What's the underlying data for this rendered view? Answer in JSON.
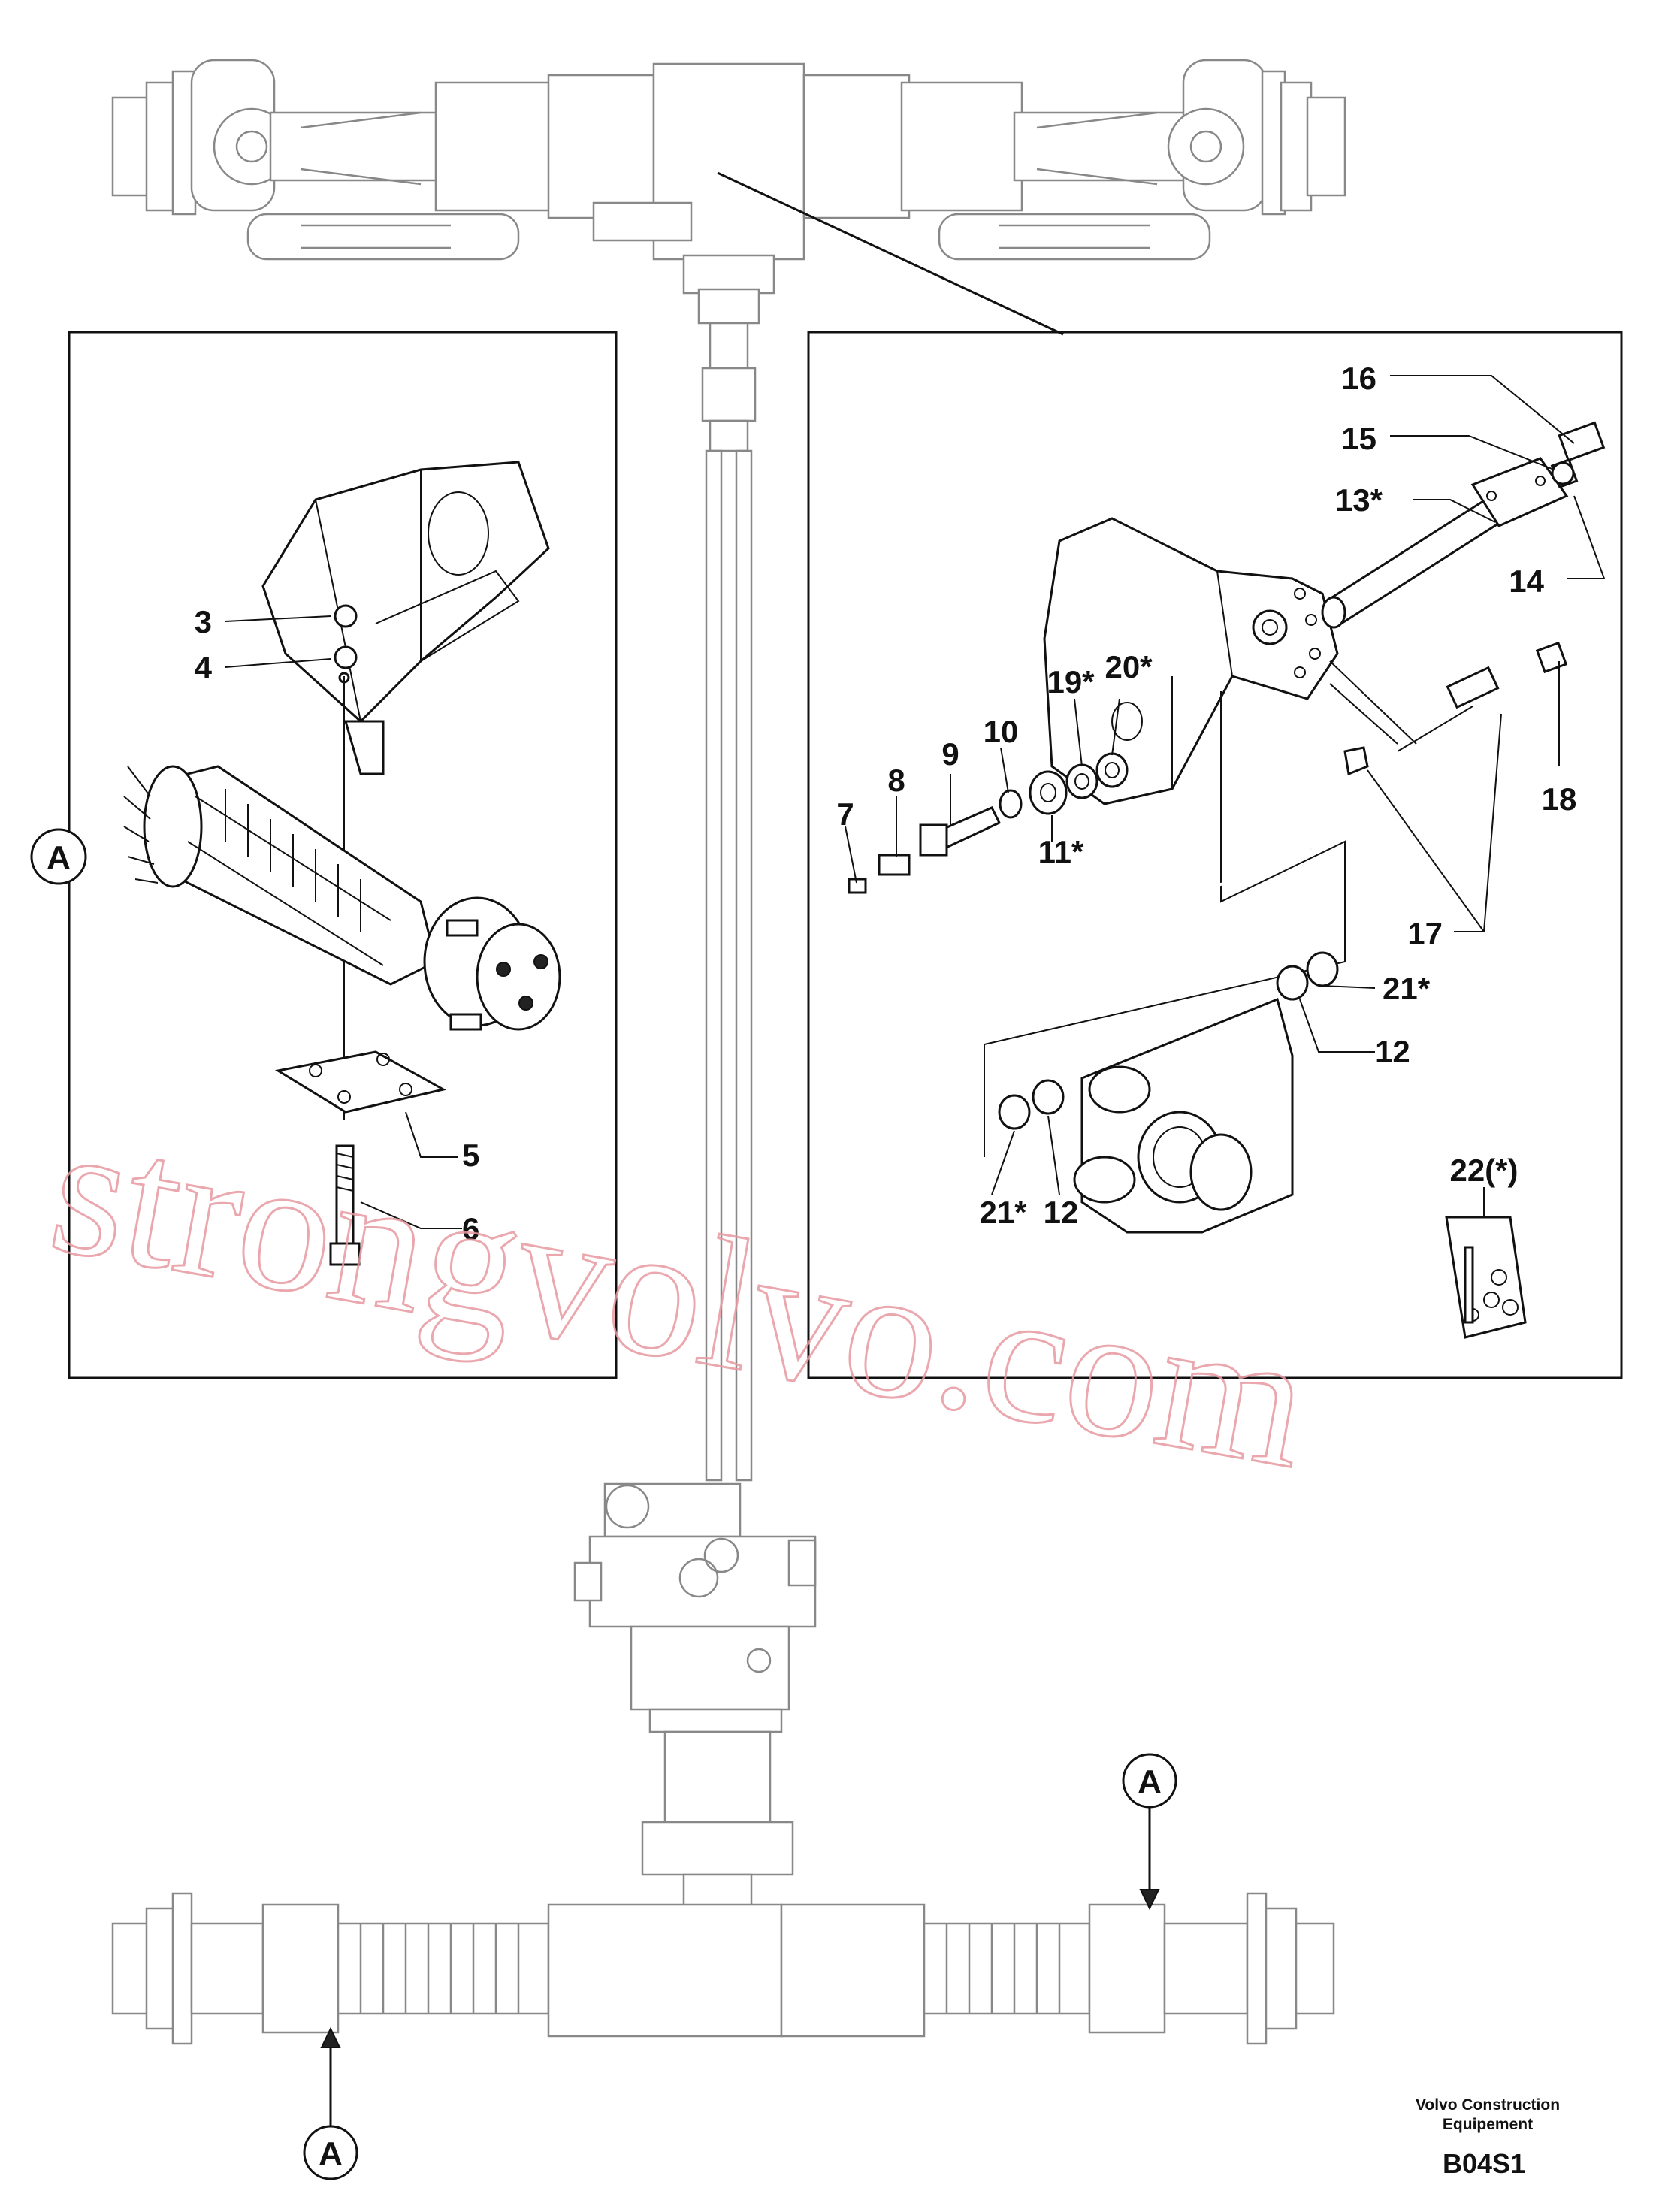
{
  "callouts": {
    "left": [
      "3",
      "4",
      "5",
      "6"
    ],
    "right": [
      "7",
      "8",
      "9",
      "10",
      "11*",
      "12",
      "13*",
      "14",
      "15",
      "16",
      "17",
      "18",
      "19*",
      "20*",
      "21*",
      "21*",
      "12",
      "22(*)"
    ]
  },
  "section_marker": "A",
  "footer": {
    "company_line1": "Volvo Construction",
    "company_line2": "Equipement",
    "drawing_code": "B04S1"
  },
  "watermark": "strongvolvo.com",
  "colors": {
    "watermark": "#e79aa1",
    "line": "#111111",
    "background_parts": "#888888"
  }
}
